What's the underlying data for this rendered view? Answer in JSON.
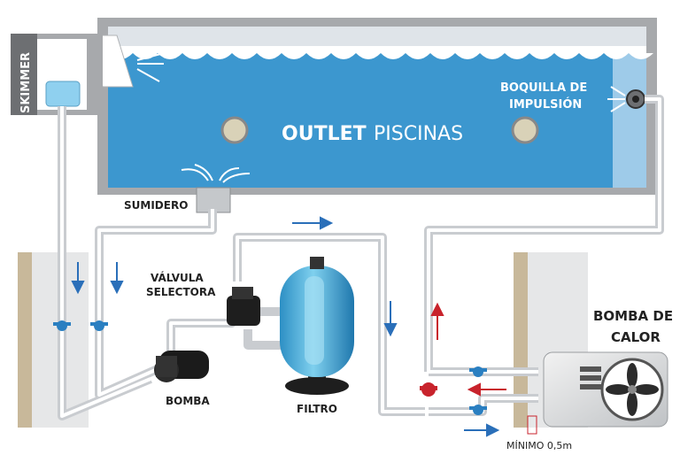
{
  "labels": {
    "skimmer": "SKIMMER",
    "boquilla_line1": "BOQUILLA DE",
    "boquilla_line2": "IMPULSIÓN",
    "sumidero": "SUMIDERO",
    "valvula_line1": "VÁLVULA",
    "valvula_line2": "SELECTORA",
    "bomba": "BOMBA",
    "filtro": "FILTRO",
    "bomba_calor_line1": "BOMBA DE",
    "bomba_calor_line2": "CALOR",
    "minimo": "MÍNIMO 0,5m"
  },
  "brand": {
    "bold": "OUTLET",
    "light": "PISCINAS"
  },
  "colors": {
    "water": "#3c97cf",
    "pipe": "#e4e6e8",
    "arrow_blue": "#2a6fb9",
    "arrow_red": "#c8232c",
    "wall": "#c8b89a"
  }
}
